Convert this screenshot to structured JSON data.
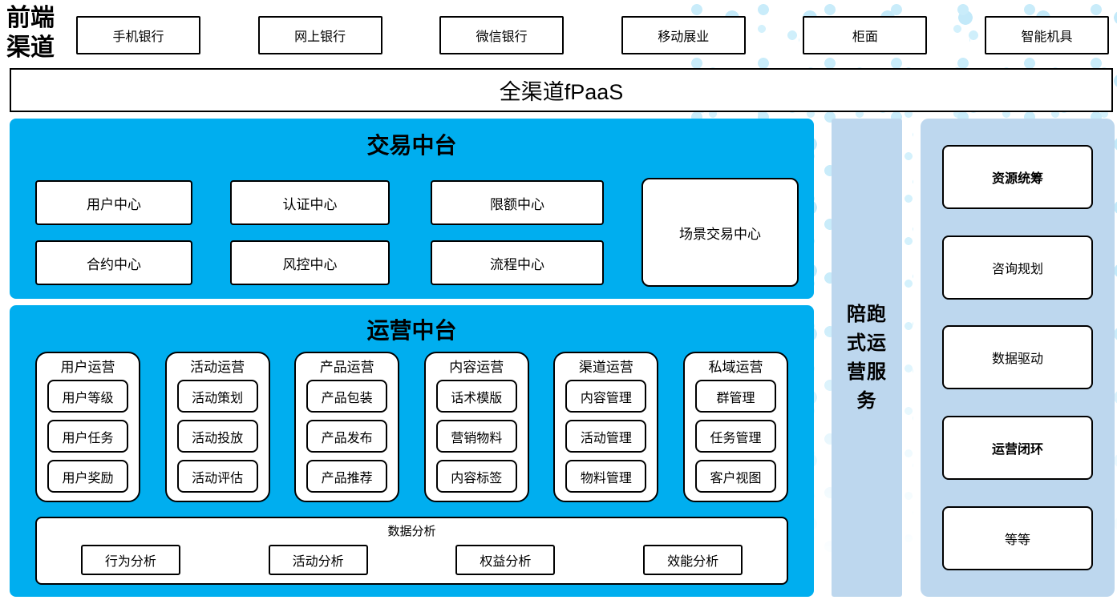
{
  "palette": {
    "section_blue": "#00AEEF",
    "panel_blue": "#BDD7EE",
    "dot_color": "#C9ECFA",
    "border_color": "#000000"
  },
  "frontend": {
    "label": "前端渠道",
    "channels": [
      "手机银行",
      "网上银行",
      "微信银行",
      "移动展业",
      "柜面",
      "智能机具"
    ]
  },
  "fpaas": {
    "label": "全渠道fPaaS"
  },
  "trade_platform": {
    "title": "交易中台",
    "centers_row1": [
      "用户中心",
      "认证中心",
      "限额中心"
    ],
    "centers_row2": [
      "合约中心",
      "风控中心",
      "流程中心"
    ],
    "scene_center": "场景交易中心"
  },
  "ops_platform": {
    "title": "运营中台",
    "groups": [
      {
        "title": "用户运营",
        "items": [
          "用户等级",
          "用户任务",
          "用户奖励"
        ]
      },
      {
        "title": "活动运营",
        "items": [
          "活动策划",
          "活动投放",
          "活动评估"
        ]
      },
      {
        "title": "产品运营",
        "items": [
          "产品包装",
          "产品发布",
          "产品推荐"
        ]
      },
      {
        "title": "内容运营",
        "items": [
          "话术模版",
          "营销物料",
          "内容标签"
        ]
      },
      {
        "title": "渠道运营",
        "items": [
          "内容管理",
          "活动管理",
          "物料管理"
        ]
      },
      {
        "title": "私域运营",
        "items": [
          "群管理",
          "任务管理",
          "客户视图"
        ]
      }
    ],
    "analysis": {
      "title": "数据分析",
      "items": [
        "行为分析",
        "活动分析",
        "权益分析",
        "效能分析"
      ]
    }
  },
  "companion_service": {
    "label": "陪跑式运营服务"
  },
  "right_panel": {
    "items": [
      "资源统筹",
      "咨询规划",
      "数据驱动",
      "运营闭环",
      "等等"
    ]
  }
}
